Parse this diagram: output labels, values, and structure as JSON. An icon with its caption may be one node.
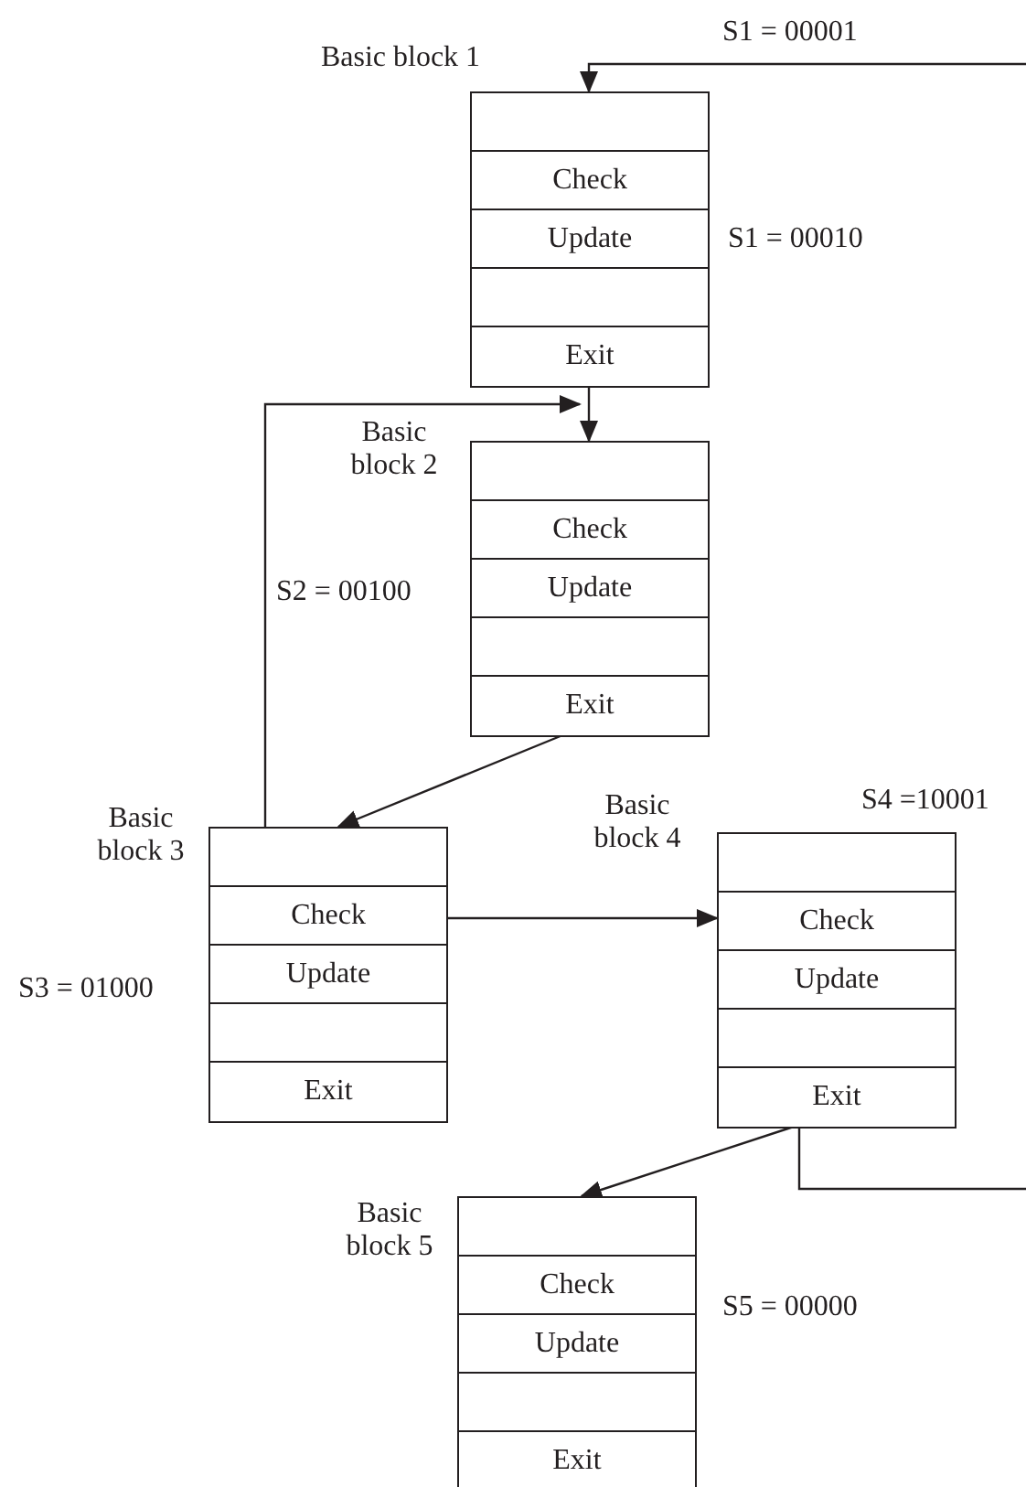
{
  "diagram": {
    "nodes": [
      {
        "text": [
          "Basic block 1"
        ],
        "beside": [
          "S1 = 00010"
        ]
      },
      {
        "text": [],
        "shape": "box",
        "in": 0
      },
      {
        "text": [
          "Check"
        ],
        "in": 0
      },
      {
        "text": [
          "Update"
        ],
        "in": 0
      },
      {
        "text": [],
        "shape": "box",
        "in": 0
      },
      {
        "text": [
          "Exit"
        ],
        "in": 0
      },
      {
        "text": [
          "Basic block 2"
        ],
        "beside": [
          "S2 = 00100"
        ]
      },
      {
        "text": [],
        "shape": "box",
        "in": 6
      },
      {
        "text": [
          "Check"
        ],
        "in": 6
      },
      {
        "text": [
          "Update"
        ],
        "in": 6
      },
      {
        "text": [],
        "shape": "box",
        "in": 6
      },
      {
        "text": [
          "Exit"
        ],
        "in": 6
      },
      {
        "text": [
          "Basic block 3"
        ],
        "beside": [
          "S3 = 01000"
        ]
      },
      {
        "text": [],
        "shape": "box",
        "in": 12
      },
      {
        "text": [
          "Check"
        ],
        "in": 12
      },
      {
        "text": [
          "Update"
        ],
        "in": 12
      },
      {
        "text": [],
        "shape": "box",
        "in": 12
      },
      {
        "text": [
          "Exit"
        ],
        "in": 12
      },
      {
        "text": [
          "Basic block 4"
        ],
        "beside": [
          "S4 =10001"
        ]
      },
      {
        "text": [],
        "shape": "box",
        "in": 18
      },
      {
        "text": [
          "Check"
        ],
        "in": 18
      },
      {
        "text": [
          "Update"
        ],
        "in": 18
      },
      {
        "text": [],
        "shape": "box",
        "in": 18
      },
      {
        "text": [
          "Exit"
        ],
        "in": 18
      },
      {
        "text": [
          "Basic block 5"
        ],
        "beside": [
          "S5 = 00000"
        ]
      },
      {
        "text": [],
        "shape": "box",
        "in": 24
      },
      {
        "text": [
          "Check"
        ],
        "in": 24
      },
      {
        "text": [
          "Update"
        ],
        "in": 24
      },
      {
        "text": [],
        "shape": "box",
        "in": 24
      },
      {
        "text": [
          "Exit"
        ],
        "in": 24
      }
    ],
    "edges": [
      {
        "from": null,
        "to": 0,
        "arrow": "to",
        "label": "S1 = 00001"
      },
      {
        "from": 0,
        "to": 6,
        "arrow": "to"
      },
      {
        "from": 12,
        "to": 6,
        "arrow": "to"
      },
      {
        "from": 6,
        "to": 12,
        "arrow": "to"
      },
      {
        "from": 14,
        "to": 20,
        "arrow": "to"
      },
      {
        "from": 18,
        "to": 24,
        "arrow": "to"
      },
      {
        "from": 18,
        "to": null,
        "arrow": "none"
      }
    ]
  }
}
